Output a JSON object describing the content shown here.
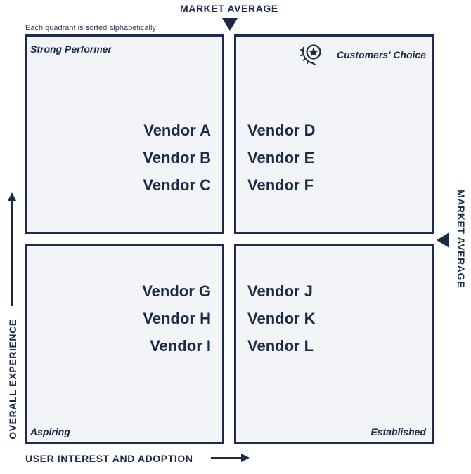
{
  "market_average_top": "MARKET AVERAGE",
  "market_average_right": "MARKET AVERAGE",
  "note": "Each quadrant is sorted alphabetically",
  "quadrants": {
    "top_left": {
      "label": "Strong Performer",
      "vendors": [
        "Vendor A",
        "Vendor B",
        "Vendor C"
      ]
    },
    "top_right": {
      "label": "Customers' Choice",
      "badge_icon": "star-laurel-badge-icon",
      "vendors": [
        "Vendor D",
        "Vendor E",
        "Vendor F"
      ]
    },
    "bottom_left": {
      "label": "Aspiring",
      "vendors": [
        "Vendor G",
        "Vendor H",
        "Vendor I"
      ]
    },
    "bottom_right": {
      "label": "Established",
      "vendors": [
        "Vendor J",
        "Vendor K",
        "Vendor L"
      ]
    }
  },
  "y_axis_label": "OVERALL EXPERIENCE",
  "x_axis_label": "USER INTEREST AND ADOPTION",
  "colors": {
    "navy": "#1b2a47",
    "quadrant_fill": "#f3f4f7",
    "border": "#1e2b4a"
  }
}
